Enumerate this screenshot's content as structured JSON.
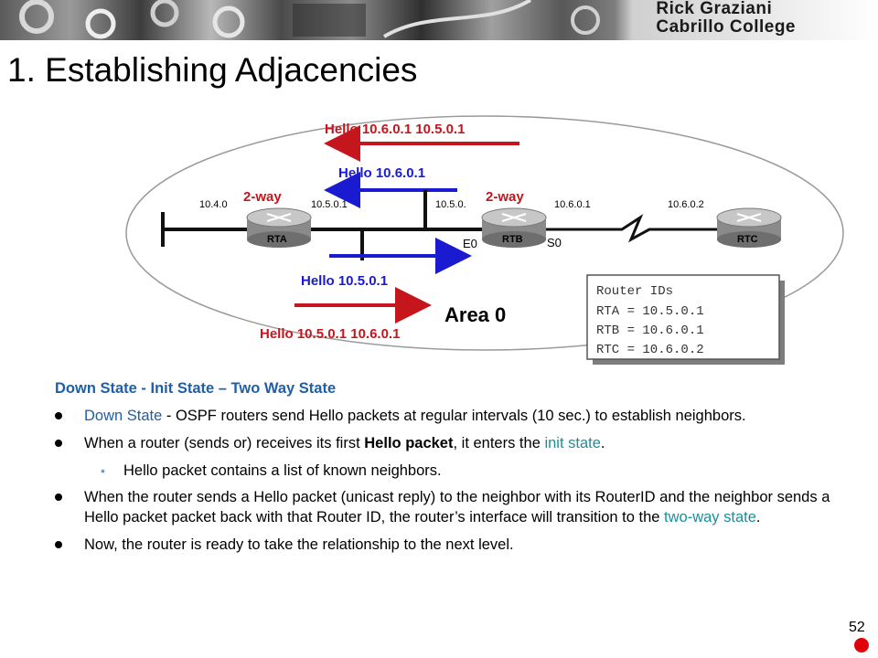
{
  "header": {
    "brand_line1": "Rick Graziani",
    "brand_line2": "Cabrillo College"
  },
  "title": "1. Establishing Adjacencies",
  "diagram": {
    "area_label": "Area 0",
    "arrows": {
      "top_red": "Hello 10.6.0.1 10.5.0.1",
      "top_blue": "Hello 10.6.0.1",
      "bottom_blue": "Hello 10.5.0.1",
      "bottom_red": "Hello 10.5.0.1 10.6.0.1"
    },
    "two_way_left": "2-way",
    "two_way_right": "2-way",
    "addresses": {
      "a1": "10.4.0",
      "a2": "10.5.0.1",
      "a3": "10.5.0.",
      "a4": "10.6.0.1",
      "a5": "10.6.0.2"
    },
    "interfaces": {
      "e0": "E0",
      "s0": "S0"
    },
    "routers": [
      "RTA",
      "RTB",
      "RTC"
    ],
    "router_ids": {
      "title": "Router IDs",
      "rta": "RTA = 10.5.0.1",
      "rtb": "RTB = 10.6.0.1",
      "rtc": "RTC = 10.6.0.2"
    }
  },
  "body": {
    "subheading": "Down State  - Init State – Two Way State",
    "b1_lead": "Down State",
    "b1_rest": " - OSPF routers send Hello packets at regular intervals (10 sec.) to establish neighbors.",
    "b2_a": "When a router (sends or) receives its first ",
    "b2_bold": "Hello packet",
    "b2_b": ", it enters the ",
    "b2_teal": "init state",
    "b2_c": ".",
    "sub_bullet_glyph": "•",
    "sub1": "Hello packet contains a list of known neighbors.",
    "b3_a": "When the router sends a Hello packet (unicast reply) to the neighbor with its RouterID and the neighbor sends a Hello packet packet back with that Router ID, the router’s interface will transition to the ",
    "b3_teal": "two-way state",
    "b3_b": ".",
    "b4": "Now, the router is ready to take the relationship to the next level."
  },
  "page_number": "52",
  "colors": {
    "red": "#c4161c",
    "blue": "#1a1ad0",
    "heading_blue": "#1f5fa8",
    "teal": "#1a8f9a"
  }
}
